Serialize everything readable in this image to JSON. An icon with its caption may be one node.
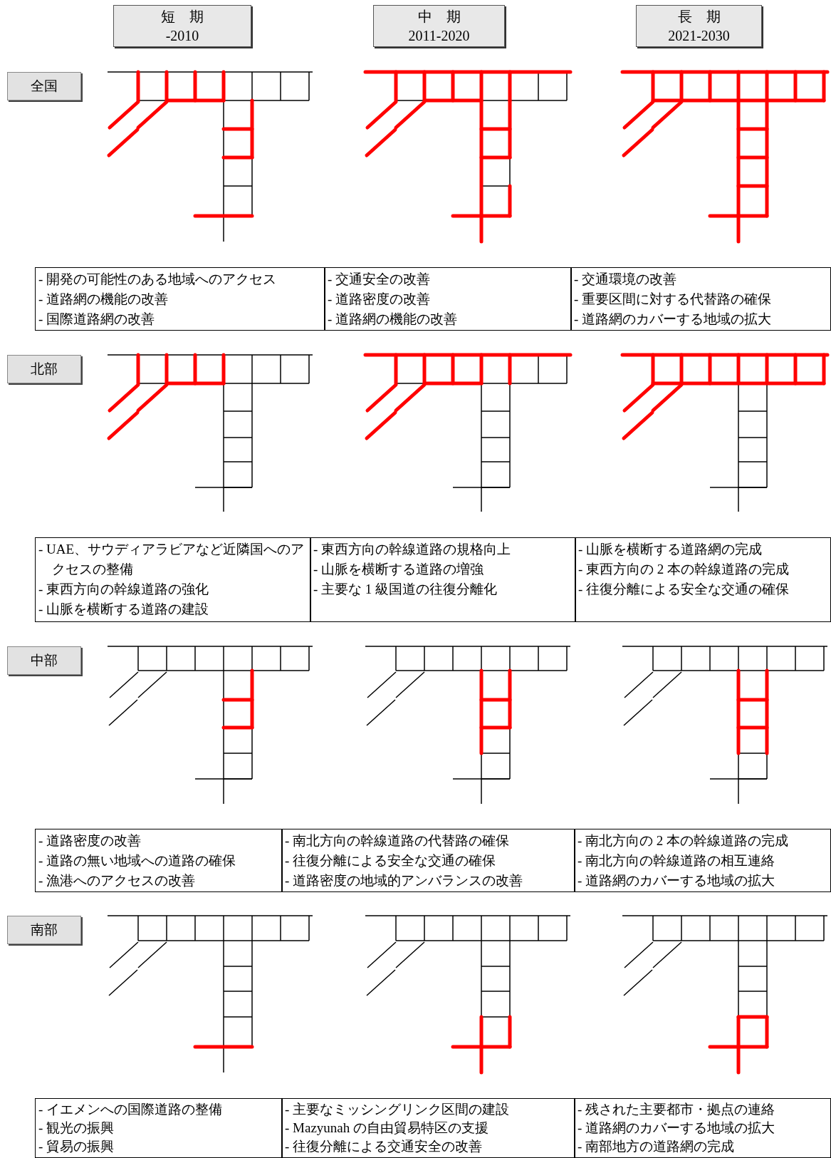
{
  "diagram": {
    "nodes": [
      {
        "text": [
          "短　期",
          "-2010"
        ]
      },
      {
        "text": [
          "中　期",
          "2011-2020"
        ]
      },
      {
        "text": [
          "長　期",
          "2021-2030"
        ]
      },
      {
        "text": [
          "全国"
        ]
      },
      {
        "text": [
          "- 開発の可能性のある地域へのアクセス",
          "- 道路網の機能の改善",
          "- 国際道路網の改善"
        ]
      },
      {
        "text": [
          "- 交通安全の改善",
          "- 道路密度の改善",
          "- 道路網の機能の改善"
        ]
      },
      {
        "text": [
          "- 交通環境の改善",
          "- 重要区間に対する代替路の確保",
          "- 道路網のカバーする地域の拡大"
        ]
      },
      {
        "text": [
          "北部"
        ]
      },
      {
        "text": [
          "- UAE、サウディアラビアなど近隣国へのアクセスの整備",
          "- 東西方向の幹線道路の強化",
          "- 山脈を横断する道路の建設"
        ]
      },
      {
        "text": [
          "- 東西方向の幹線道路の規格向上",
          "- 山脈を横断する道路の増強",
          "- 主要な 1 級国道の往復分離化"
        ]
      },
      {
        "text": [
          "- 山脈を横断する道路網の完成",
          "- 東西方向の 2 本の幹線道路の完成",
          "- 往復分離による安全な交通の確保"
        ]
      },
      {
        "text": [
          "中部"
        ]
      },
      {
        "text": [
          "- 道路密度の改善",
          "- 道路の無い地域への道路の確保",
          "- 漁港へのアクセスの改善"
        ]
      },
      {
        "text": [
          "- 南北方向の幹線道路の代替路の確保",
          "- 往復分離による安全な交通の確保",
          "- 道路密度の地域的アンバランスの改善"
        ]
      },
      {
        "text": [
          "- 南北方向の 2 本の幹線道路の完成",
          "- 南北方向の幹線道路の相互連絡",
          "- 道路網のカバーする地域の拡大"
        ]
      },
      {
        "text": [
          "南部"
        ]
      },
      {
        "text": [
          "- イエメンへの国際道路の整備",
          "- 観光の振興",
          "- 貿易の振興"
        ]
      },
      {
        "text": [
          "- 主要なミッシングリンク区間の建設",
          "- Mazyunah の自由貿易特区の支援",
          "- 往復分離による交通安全の改善"
        ]
      },
      {
        "text": [
          "- 残された主要都市・拠点の連絡",
          "- 道路網のカバーする地域の拡大",
          "- 南部地方の道路網の完成"
        ]
      }
    ]
  }
}
